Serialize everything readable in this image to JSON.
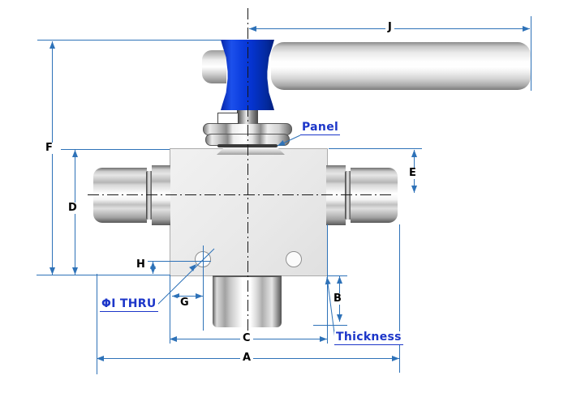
{
  "drawing": {
    "type": "valve-dimension-diagram",
    "dimensions": {
      "A": "A",
      "B": "B",
      "C": "C",
      "D": "D",
      "E": "E",
      "F": "F",
      "G": "G",
      "H": "H",
      "J": "J"
    },
    "callouts": {
      "panel": "Panel",
      "bore": "ΦI THRU",
      "thickness": "Thickness"
    }
  },
  "colors": {
    "dimension_line": "#2E72B8",
    "callout_text": "#1C36C9",
    "dimension_label_text": "#000000",
    "handle_hub_blue": "#0533CF",
    "body_fill": "#EAEAEA",
    "metal_highlight": "#FFFFFF",
    "centerline": "#161616"
  }
}
